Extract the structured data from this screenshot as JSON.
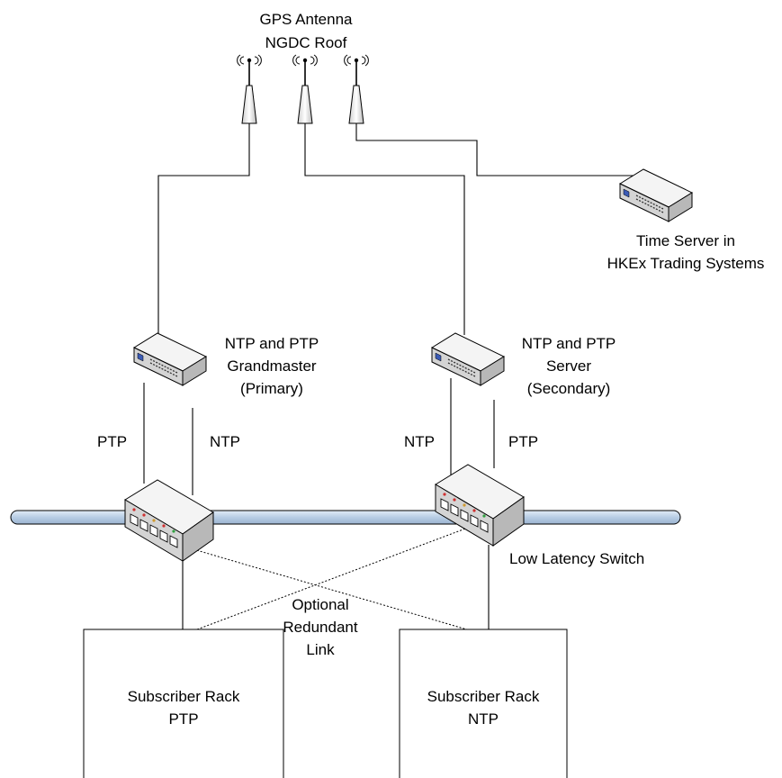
{
  "antenna": {
    "title_line1": "GPS Antenna",
    "title_line2": "NGDC Roof"
  },
  "time_server": {
    "line1": "Time Server in",
    "line2": "HKEx Trading Systems"
  },
  "primary": {
    "line1": "NTP and PTP",
    "line2": "Grandmaster",
    "line3": "(Primary)"
  },
  "secondary": {
    "line1": "NTP and PTP",
    "line2": "Server",
    "line3": "(Secondary)"
  },
  "links": {
    "left_ptp": "PTP",
    "left_ntp": "NTP",
    "right_ntp": "NTP",
    "right_ptp": "PTP"
  },
  "switch_label": "Low Latency Switch",
  "optional": {
    "line1": "Optional",
    "line2": "Redundant",
    "line3": "Link"
  },
  "rack_ptp": {
    "line1": "Subscriber Rack",
    "line2": "PTP"
  },
  "rack_ntp": {
    "line1": "Subscriber Rack",
    "line2": "NTP"
  },
  "colors": {
    "backbone": "#b8cde4",
    "device_side": "#d4d4d4",
    "device_top": "#f4f4f4"
  }
}
